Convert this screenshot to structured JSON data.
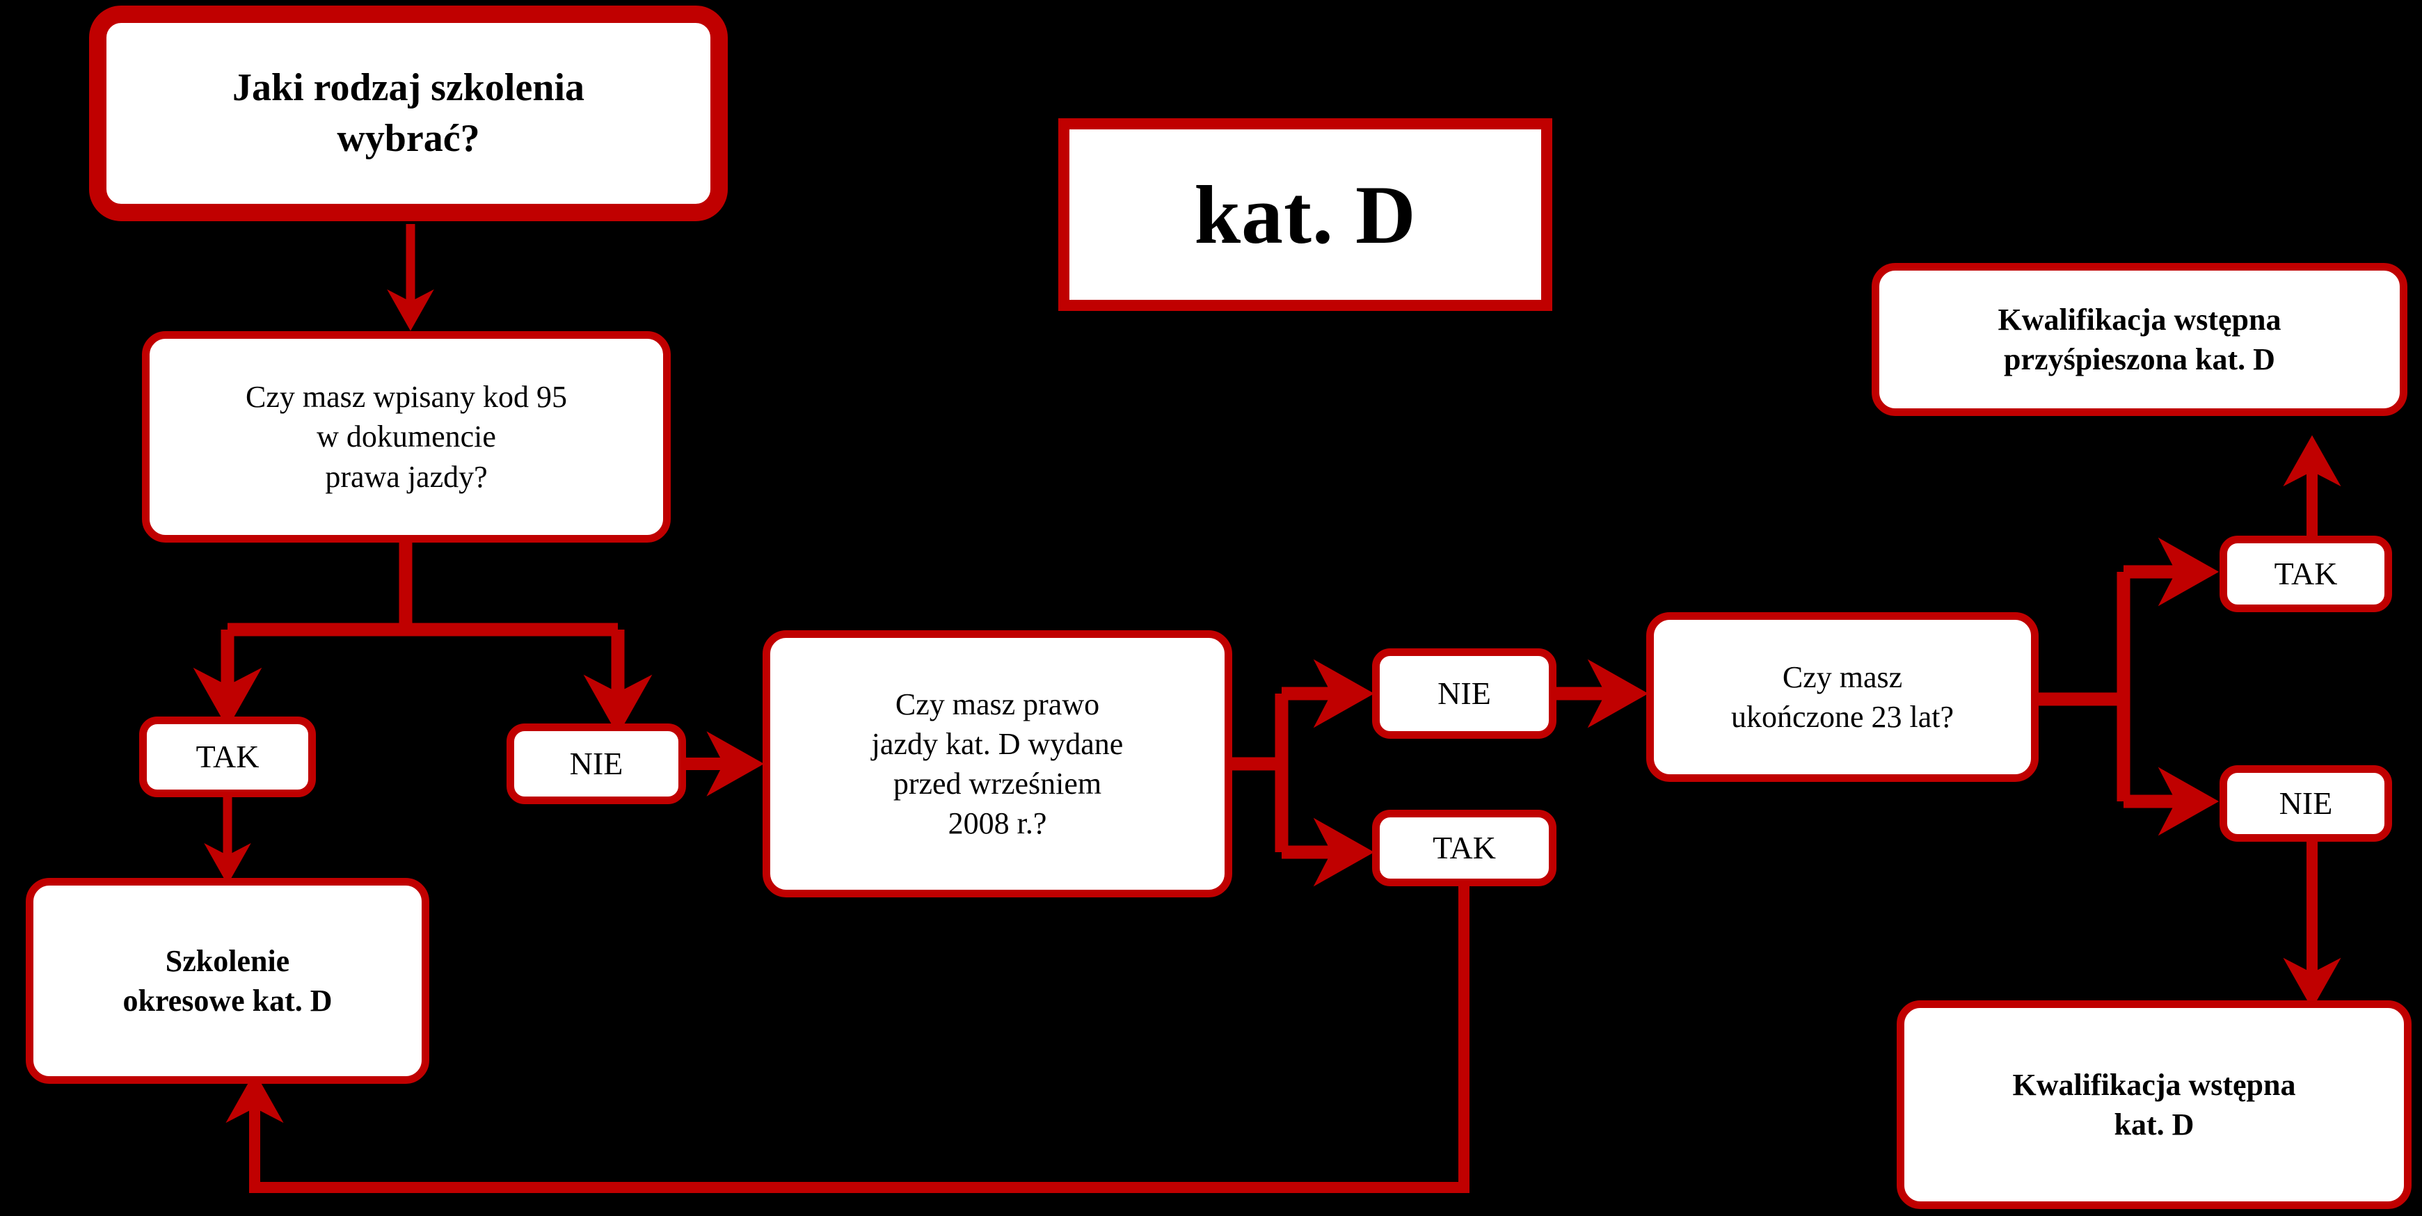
{
  "diagram": {
    "title": "kat. D",
    "background_color": "#000000",
    "accent_color": "#C00000",
    "node_fill_color": "#ffffff",
    "text_color": "#000000"
  },
  "nodes": {
    "start": {
      "label": "Jaki rodzaj szkolenia wybrać?",
      "line1": "Jaki rodzaj szkolenia",
      "line2": "wybrać?",
      "kind": "title"
    },
    "badge": {
      "label": "kat. D",
      "kind": "badge"
    },
    "q_code95": {
      "line1": "Czy masz wpisany kod 95",
      "line2": "w dokumencie",
      "line3": "prawa jazdy?",
      "kind": "question"
    },
    "a_code95_tak": {
      "label": "TAK",
      "kind": "answer"
    },
    "a_code95_nie": {
      "label": "NIE",
      "kind": "answer"
    },
    "out_okresowe": {
      "line1": "Szkolenie",
      "line2": "okresowe kat. D",
      "kind": "outcome"
    },
    "q_prawo2008": {
      "line1": "Czy masz prawo",
      "line2": "jazdy kat. D wydane",
      "line3": "przed wrześniem",
      "line4": "2008 r.?",
      "kind": "question"
    },
    "a_2008_nie": {
      "label": "NIE",
      "kind": "answer"
    },
    "a_2008_tak": {
      "label": "TAK",
      "kind": "answer"
    },
    "q_wiek23": {
      "line1": "Czy masz",
      "line2": "ukończone 23 lat?",
      "kind": "question"
    },
    "a_wiek_tak": {
      "label": "TAK",
      "kind": "answer"
    },
    "a_wiek_nie": {
      "label": "NIE",
      "kind": "answer"
    },
    "out_kw_przysp": {
      "line1": "Kwalifikacja wstępna",
      "line2": "przyśpieszona kat. D",
      "kind": "outcome"
    },
    "out_kw_wstepna": {
      "line1": "Kwalifikacja wstępna",
      "line2": "kat. D",
      "kind": "outcome"
    }
  },
  "edges": [
    {
      "from": "start",
      "to": "q_code95",
      "label": ""
    },
    {
      "from": "q_code95",
      "to": "a_code95_tak",
      "label": ""
    },
    {
      "from": "q_code95",
      "to": "a_code95_nie",
      "label": ""
    },
    {
      "from": "a_code95_tak",
      "to": "out_okresowe",
      "label": ""
    },
    {
      "from": "a_code95_nie",
      "to": "q_prawo2008",
      "label": ""
    },
    {
      "from": "q_prawo2008",
      "to": "a_2008_nie",
      "label": ""
    },
    {
      "from": "q_prawo2008",
      "to": "a_2008_tak",
      "label": ""
    },
    {
      "from": "a_2008_nie",
      "to": "q_wiek23",
      "label": ""
    },
    {
      "from": "a_2008_tak",
      "to": "out_okresowe",
      "label": ""
    },
    {
      "from": "q_wiek23",
      "to": "a_wiek_tak",
      "label": ""
    },
    {
      "from": "q_wiek23",
      "to": "a_wiek_nie",
      "label": ""
    },
    {
      "from": "a_wiek_tak",
      "to": "out_kw_przysp",
      "label": ""
    },
    {
      "from": "a_wiek_nie",
      "to": "out_kw_wstepna",
      "label": ""
    }
  ]
}
